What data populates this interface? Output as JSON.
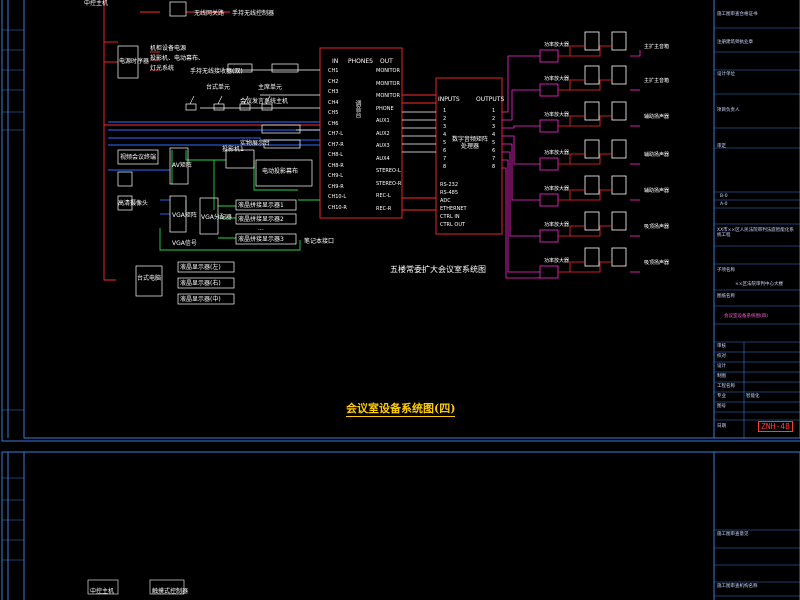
{
  "drawing": {
    "main_title": "会议室设备系统图(四)",
    "sub_title": "五楼常委扩大会议室系统图",
    "drawing_number": "ZNH-48"
  },
  "top_labels": {
    "pc_host": "中控主机",
    "wireless_gateway": "无线网关路",
    "handheld_panel": "手持无线控制器"
  },
  "left_blocks": {
    "power_sequencer": "电源时序器",
    "power_targets": [
      "机柜设备电源",
      "投影机、电动幕布、",
      "灯光系统"
    ],
    "wireless_mic_rx": "手持无线接收器(双)",
    "mic_label": "台式单元",
    "speech_unit": "主席单元",
    "conference_system": "会议发言系统主机",
    "video_conf": "视频会议终端",
    "document_camera": "实物展示台",
    "hd_camera": "高清摄像头",
    "projector": "投影机",
    "projector_label": "投影机1",
    "screen": "电动投影幕布",
    "matrix_vga": "VGA矩阵",
    "vga_splitter": "VGA分配器",
    "vga_label": "VGA信号",
    "av_matrix": "AV矩阵",
    "lcd_targets": [
      "液晶拼接显示器1",
      "液晶拼接显示器2",
      "液晶拼接显示器3"
    ],
    "notebook": "笔记本接口",
    "desktop_block": "台式电脑",
    "display_targets": [
      "液晶显示器(左)",
      "液晶显示器(右)",
      "液晶显示器(中)"
    ],
    "ellipsis": "..."
  },
  "mixer": {
    "inputs_header": "IN",
    "phones_header": "PHONES",
    "out_header": "OUT",
    "name": "调音台",
    "in_ports": [
      "CH1",
      "CH2",
      "CH3",
      "CH4",
      "CH5",
      "CH6",
      "CH7-L",
      "CH7-R",
      "CH8-L",
      "CH8-R",
      "CH9-L",
      "CH9-R",
      "CH10-L",
      "CH10-R"
    ],
    "out_ports": [
      "MONITOR",
      "MONITOR",
      "MONITOR",
      "PHONE",
      "AUX1",
      "AUX2",
      "AUX3",
      "AUX4",
      "STEREO-L",
      "STEREO-R",
      "REC-L",
      "REC-R"
    ]
  },
  "processor": {
    "inputs": "INPUTS",
    "outputs": "OUTPUTS",
    "name": "数字音频矩阵处理器",
    "ports": [
      "1",
      "2",
      "3",
      "4",
      "5",
      "6",
      "7",
      "8"
    ],
    "interfaces": [
      "RS-232",
      "RS-485",
      "ADC",
      "ETHERNET",
      "CTRL IN",
      "CTRL OUT"
    ]
  },
  "amplifiers": {
    "amp_label": "功率放大器",
    "speakers": [
      "主扩主音箱",
      "主扩主音箱",
      "辅助扬声器",
      "辅助扬声器",
      "辅助扬声器",
      "吸顶扬声器",
      "吸顶扬声器"
    ]
  },
  "title_block": {
    "rows": [
      "施工图审查合格证书",
      "注册建筑师执业章",
      "设计单位",
      "项目负责人",
      "审定",
      "审核",
      "校对",
      "设计",
      "制图",
      "工程名称",
      "子项名称",
      "图纸名称",
      "会议室设备系统图(四)",
      "专业",
      "智能化",
      "图号",
      "日期"
    ],
    "project": "XX市××区人民法院审判法庭智能化系统工程",
    "client": "××区法院审判中心大楼",
    "scale_a": "B-0",
    "scale_b": "A-0",
    "drawing_title": "会议室设备系统图(四)"
  },
  "lower_sheet": {
    "labels": [
      "中控主机",
      "触摸式控制器",
      "施工图审查意见",
      "施工图审查机构名称"
    ]
  },
  "colors": {
    "frame": "#3a7bd5",
    "wire_red": "#ff2a2a",
    "wire_blue": "#2f6bff",
    "wire_green": "#2bd24a",
    "wire_white": "#ffffff",
    "wire_magenta": "#ff2ad6",
    "wire_yellow": "#ffd700",
    "wire_cyan": "#00ffff"
  }
}
